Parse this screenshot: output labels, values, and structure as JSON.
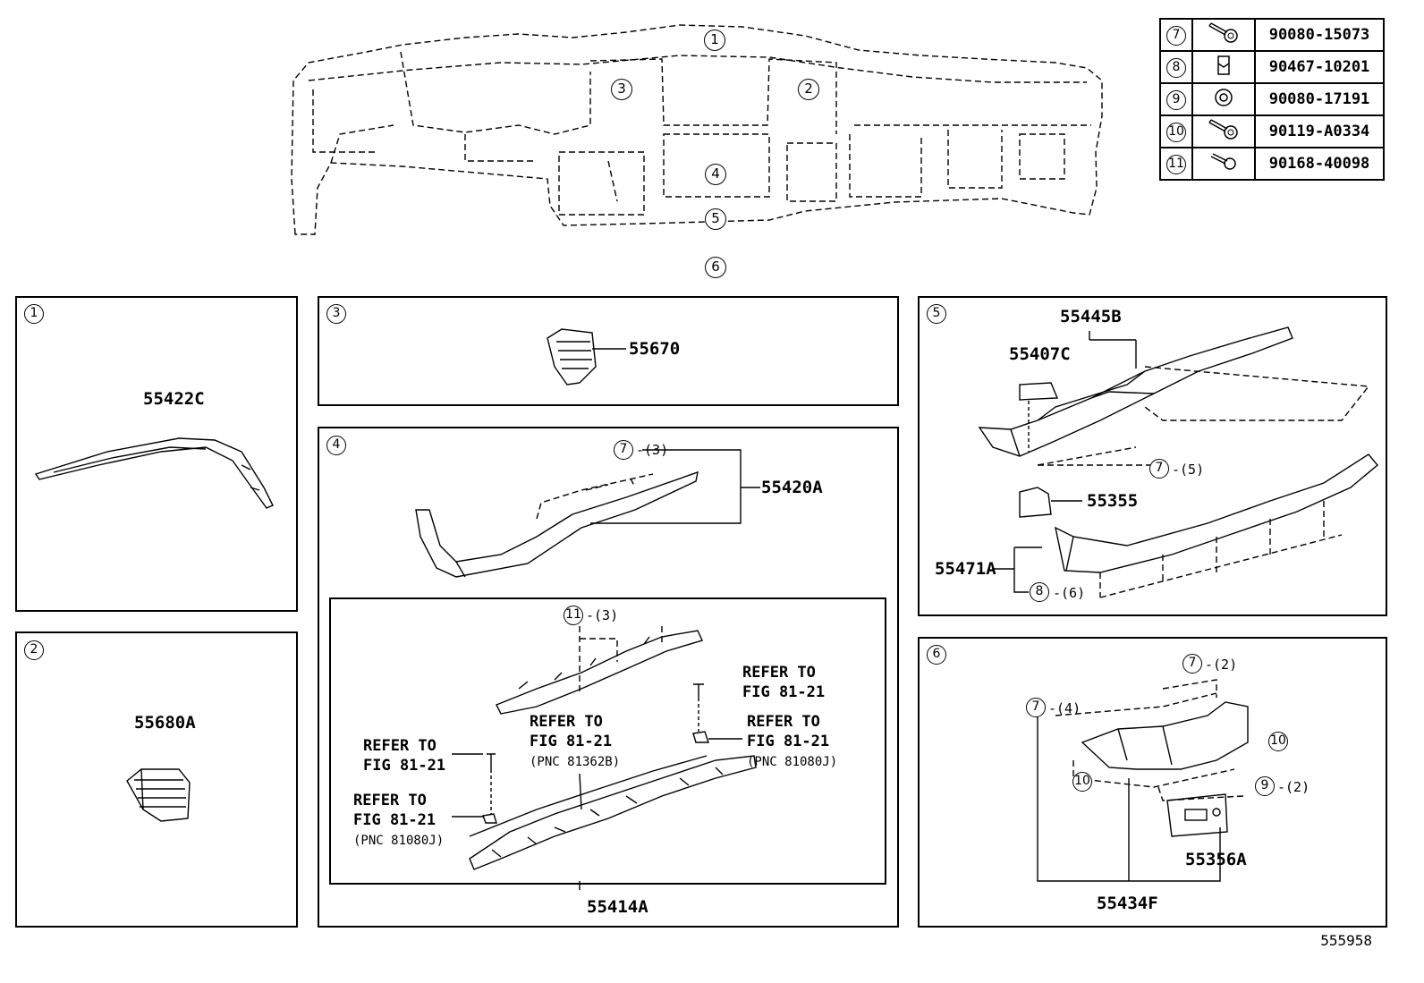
{
  "legend": [
    {
      "ref": "7",
      "part": "90080-15073",
      "icon": "bolt-washer-icon"
    },
    {
      "ref": "8",
      "part": "90467-10201",
      "icon": "clip-icon"
    },
    {
      "ref": "9",
      "part": "90080-17191",
      "icon": "nut-icon"
    },
    {
      "ref": "10",
      "part": "90119-A0334",
      "icon": "bolt-washer-icon"
    },
    {
      "ref": "11",
      "part": "90168-40098",
      "icon": "screw-icon"
    }
  ],
  "overview_callouts": [
    "1",
    "2",
    "3",
    "4",
    "5",
    "6"
  ],
  "panels": {
    "p1": {
      "num": "1",
      "part": "55422C"
    },
    "p2": {
      "num": "2",
      "part": "55680A"
    },
    "p3": {
      "num": "3",
      "part": "55670"
    },
    "p4": {
      "num": "4",
      "part_top": "55420A",
      "fastener_top_ref": "7",
      "fastener_top_qty": "-(3)",
      "fastener_sub_ref": "11",
      "fastener_sub_qty": "-(3)",
      "part_bottom": "55414A",
      "refer_a": "REFER TO\nFIG 81-21",
      "refer_b": "REFER TO\nFIG 81-21",
      "refer_b_pnc": "(PNC 81362B)",
      "refer_c": "REFER TO\nFIG 81-21",
      "refer_d": "REFER TO\nFIG 81-21",
      "refer_d_pnc": "(PNC 81080J)",
      "refer_e": "REFER TO\nFIG 81-21",
      "refer_e_pnc": "(PNC 81080J)"
    },
    "p5": {
      "num": "5",
      "part_a": "55445B",
      "part_b": "55407C",
      "part_c": "55355",
      "part_d": "55471A",
      "fastener_a_ref": "7",
      "fastener_a_qty": "-(5)",
      "fastener_b_ref": "8",
      "fastener_b_qty": "-(6)"
    },
    "p6": {
      "num": "6",
      "part_a": "55356A",
      "part_b": "55434F",
      "f1_ref": "7",
      "f1_qty": "-(2)",
      "f2_ref": "7",
      "f2_qty": "-(4)",
      "f3_ref": "10",
      "f4_ref": "10",
      "f5_ref": "9",
      "f5_qty": "-(2)"
    }
  },
  "diagram_id": "555958"
}
